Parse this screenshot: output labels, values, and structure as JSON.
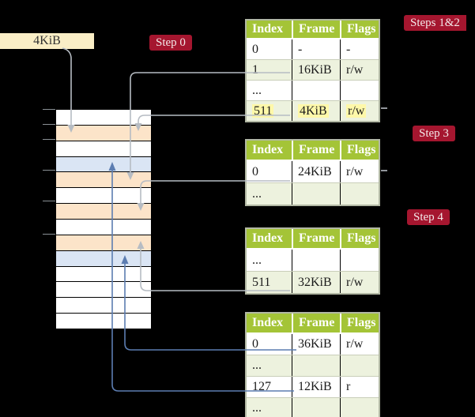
{
  "pointer_box": {
    "label": "4KiB"
  },
  "badges": {
    "step0": "Step 0",
    "steps12": "Steps 1&2",
    "step3": "Step 3",
    "step4": "Step 4"
  },
  "tables": [
    {
      "name": "page-table-level-0",
      "headers": [
        "Index",
        "Frame",
        "Flags"
      ],
      "rows": [
        {
          "cells": [
            "0",
            "-",
            "-"
          ],
          "shaded": false,
          "highlighted": false
        },
        {
          "cells": [
            "1",
            "16KiB",
            "r/w"
          ],
          "shaded": true,
          "highlighted": false
        },
        {
          "cells": [
            "...",
            "",
            ""
          ],
          "shaded": false,
          "highlighted": false
        },
        {
          "cells": [
            "511",
            "4KiB",
            "r/w"
          ],
          "shaded": true,
          "highlighted": true
        }
      ]
    },
    {
      "name": "page-table-16kib",
      "headers": [
        "Index",
        "Frame",
        "Flags"
      ],
      "rows": [
        {
          "cells": [
            "0",
            "24KiB",
            "r/w"
          ],
          "shaded": false,
          "highlighted": false
        },
        {
          "cells": [
            "...",
            "",
            ""
          ],
          "shaded": true,
          "highlighted": false
        }
      ]
    },
    {
      "name": "page-table-24kib",
      "headers": [
        "Index",
        "Frame",
        "Flags"
      ],
      "rows": [
        {
          "cells": [
            "...",
            "",
            ""
          ],
          "shaded": false,
          "highlighted": false
        },
        {
          "cells": [
            "511",
            "32KiB",
            "r/w"
          ],
          "shaded": true,
          "highlighted": false
        }
      ]
    },
    {
      "name": "page-table-32kib",
      "headers": [
        "Index",
        "Frame",
        "Flags"
      ],
      "rows": [
        {
          "cells": [
            "0",
            "36KiB",
            "r/w"
          ],
          "shaded": false,
          "highlighted": false
        },
        {
          "cells": [
            "...",
            "",
            ""
          ],
          "shaded": true,
          "highlighted": false
        },
        {
          "cells": [
            "127",
            "12KiB",
            "r"
          ],
          "shaded": false,
          "highlighted": false
        },
        {
          "cells": [
            "...",
            "",
            ""
          ],
          "shaded": true,
          "highlighted": false
        }
      ]
    }
  ],
  "memory": {
    "rows": [
      "free",
      "pt_page",
      "free",
      "data_page",
      "pt_page",
      "free",
      "pt_page",
      "free",
      "pt_page",
      "data_page",
      "free",
      "free",
      "free",
      "free"
    ]
  },
  "colors": {
    "background": "#000000",
    "pointer_box_fill": "#faeec6",
    "badge_red": "#a5162f",
    "table_header_green": "#a4c437",
    "table_row_shade": "#edf2de",
    "highlight_yellow": "#fef8a9",
    "pt_page_peach": "#fce4c9",
    "data_page_blue": "#dae5f4",
    "gray_arrow": "#b6bcc3",
    "blue_arrow": "#5c7db1"
  }
}
